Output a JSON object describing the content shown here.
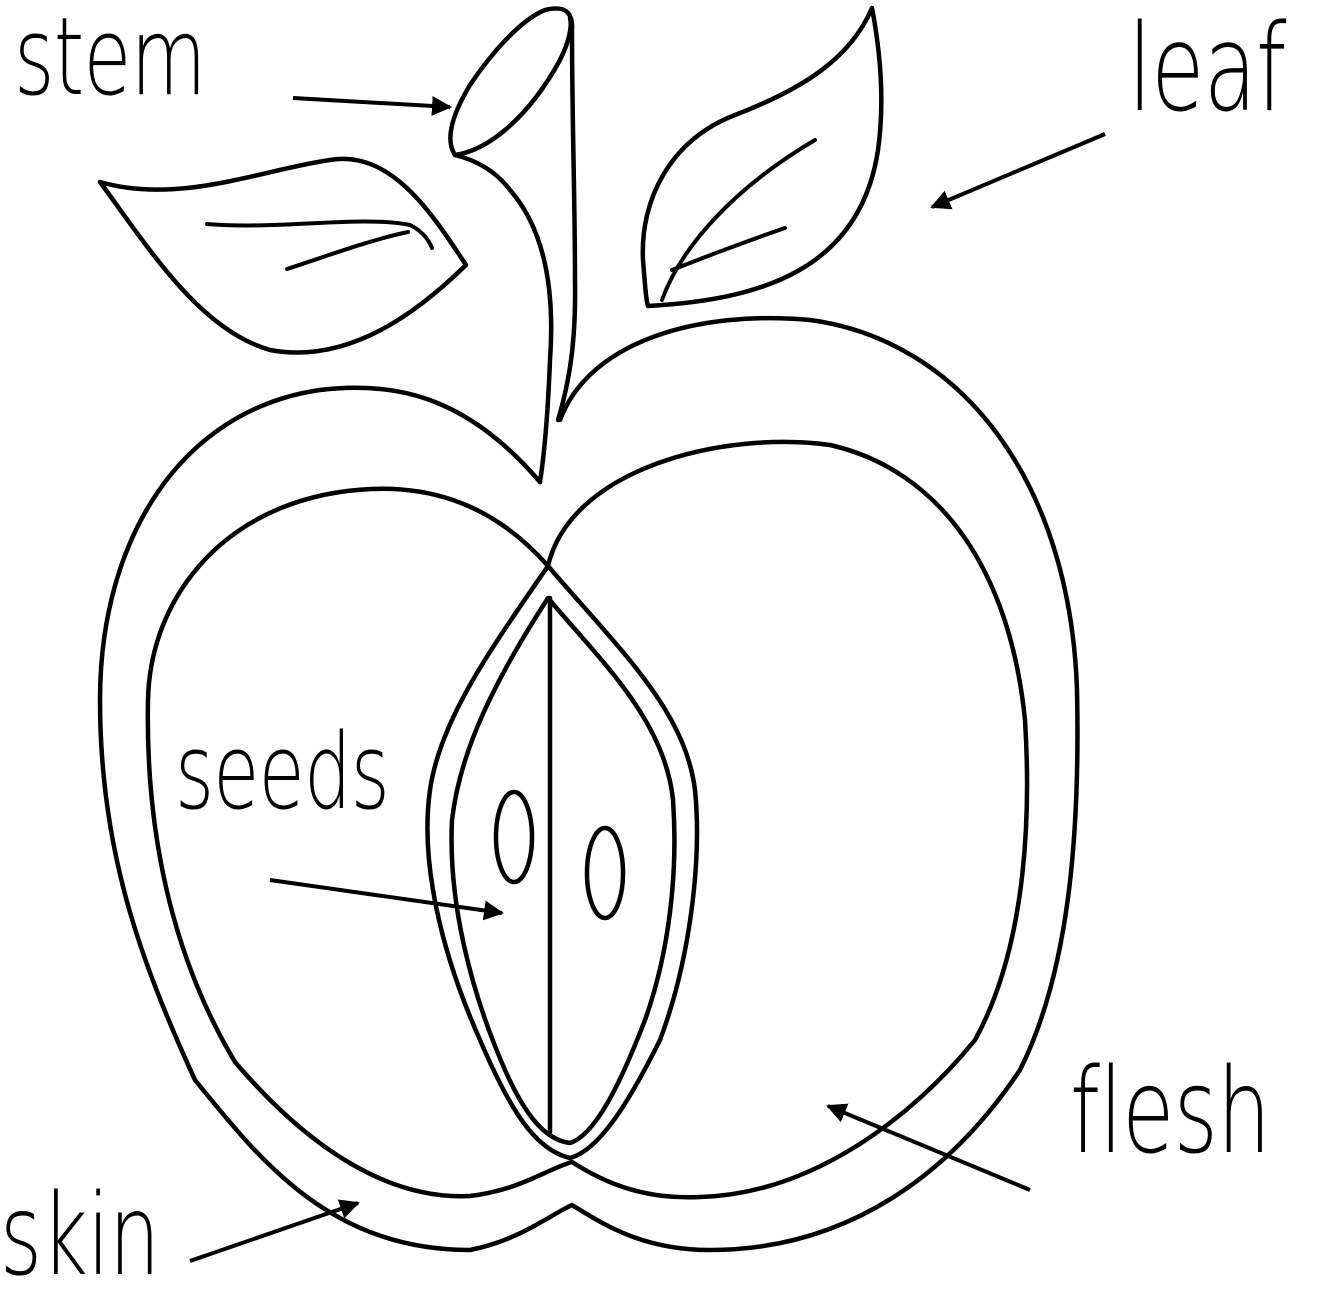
{
  "diagram": {
    "labels": {
      "stem": "stem",
      "leaf": "leaf",
      "seeds": "seeds",
      "flesh": "flesh",
      "skin": "skin"
    },
    "colors": {
      "line": "#000000",
      "background": "#ffffff"
    }
  }
}
